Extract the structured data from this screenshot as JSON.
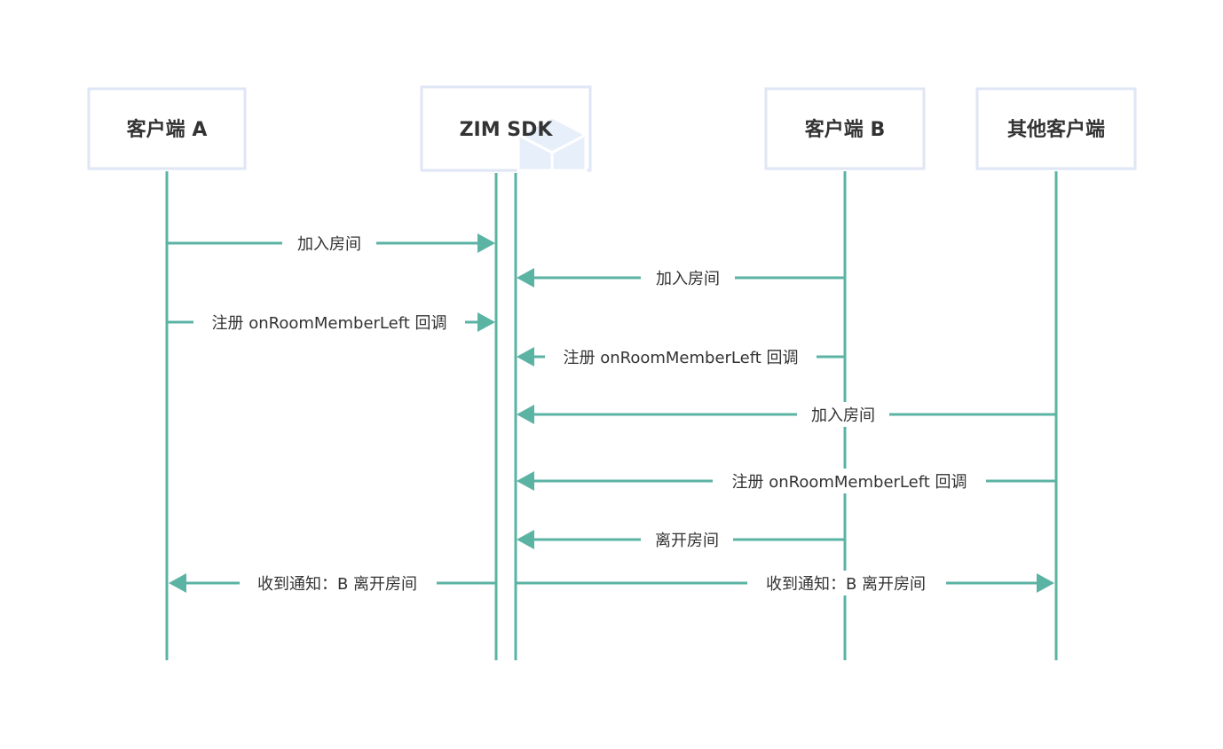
{
  "actors": [
    {
      "id": "client-a",
      "label": "客户端 A"
    },
    {
      "id": "zim-sdk",
      "label": "ZIM SDK"
    },
    {
      "id": "client-b",
      "label": "客户端 B"
    },
    {
      "id": "other-clients",
      "label": "其他客户端"
    }
  ],
  "messages": [
    {
      "from": "client-a",
      "to": "zim-sdk",
      "label": "加入房间"
    },
    {
      "from": "client-b",
      "to": "zim-sdk",
      "label": "加入房间"
    },
    {
      "from": "client-a",
      "to": "zim-sdk",
      "label": "注册 onRoomMemberLeft 回调"
    },
    {
      "from": "client-b",
      "to": "zim-sdk",
      "label": "注册 onRoomMemberLeft 回调"
    },
    {
      "from": "other-clients",
      "to": "zim-sdk",
      "label": "加入房间"
    },
    {
      "from": "other-clients",
      "to": "zim-sdk",
      "label": "注册 onRoomMemberLeft 回调"
    },
    {
      "from": "client-b",
      "to": "zim-sdk",
      "label": "离开房间"
    },
    {
      "from": "zim-sdk",
      "to": "client-a",
      "label": "收到通知：B 离开房间"
    },
    {
      "from": "zim-sdk",
      "to": "other-clients",
      "label": "收到通知：B 离开房间"
    }
  ],
  "colors": {
    "line": "#5bb3a4",
    "box_border": "#dfe6f5",
    "text": "#333333"
  }
}
